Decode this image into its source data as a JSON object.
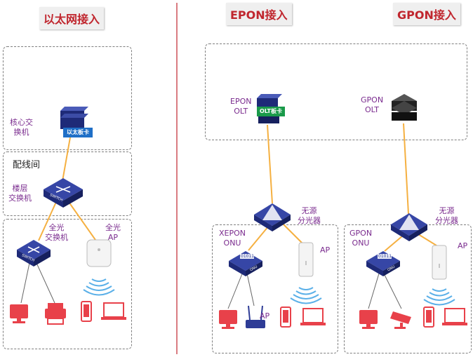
{
  "titles": {
    "ethernet": "以太网接入",
    "epon": "EPON接入",
    "gpon": "GPON接入"
  },
  "labels": {
    "core_switch": [
      "核心交",
      "换机"
    ],
    "ethernet_card": "以太板卡",
    "wiring_room": "配线间",
    "floor_switch": [
      "楼层",
      "交换机"
    ],
    "floor_switch_text": "SWITCH",
    "optical_switch": [
      "全光",
      "交换机"
    ],
    "optical_switch_text": "SWITCH",
    "optical_ap": [
      "全光",
      "AP"
    ],
    "epon_olt": [
      "EPON",
      "OLT"
    ],
    "olt_card": "OLT板卡",
    "gpon_olt": [
      "GPON",
      "OLT"
    ],
    "splitter_1": [
      "无源",
      "分光器"
    ],
    "splitter_2": [
      "无源",
      "分光器"
    ],
    "xepon_onu": [
      "XEPON",
      "ONU"
    ],
    "gpon_onu": [
      "GPON",
      "ONU"
    ],
    "ap_epon": "AP",
    "ap_gpon": "AP",
    "ap_router": "AP",
    "onu_text": "ONU",
    "onu_bits": "01011"
  },
  "colors": {
    "fiber": "#f5b041",
    "cable": "#555555",
    "device_blue": "#2e3c96",
    "terminal_red": "#e8414a",
    "divider": "#c0262e",
    "wifi": "#5bb0e8",
    "card_blue": "#1f6fc7",
    "card_green": "#1a9a4a"
  }
}
